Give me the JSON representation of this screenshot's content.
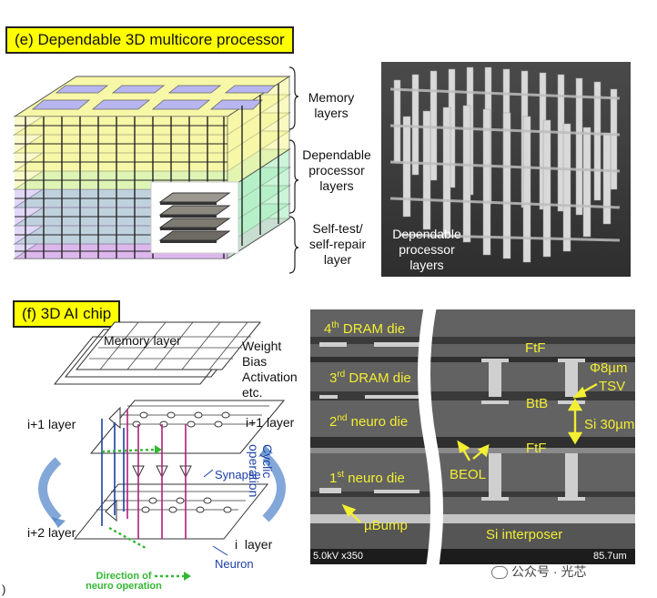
{
  "panel_e": {
    "title": "(e) Dependable 3D multicore processor",
    "labels": {
      "memory": [
        "Memory",
        "layers"
      ],
      "processor": [
        "Dependable",
        "processor",
        "layers"
      ],
      "selftest": [
        "Self-test/",
        "self-repair",
        "layer"
      ]
    },
    "photo_label": [
      "Dependable",
      "processor",
      "layers"
    ],
    "colors": {
      "memory": "#f7f7a8",
      "processor": "#b6f0c8",
      "selftest": "#f4b6e6",
      "cell": "#b8b6f0"
    }
  },
  "panel_f": {
    "title": "(f) 3D AI chip",
    "diagram": {
      "memory_layer": "Memory layer",
      "params": [
        "Weight",
        "Bias",
        "Activation",
        "etc."
      ],
      "layer_upper_left": "i+1 layer",
      "layer_upper_right": "i+1 layer",
      "layer_lower_left": "i+2 layer",
      "layer_lower_right": "i  layer",
      "synapse": "Synapse",
      "neuron": "Neuron",
      "cyclic": [
        "Cyclic",
        "operation"
      ],
      "direction": [
        "Direction of",
        "neuro operation"
      ]
    },
    "sem": {
      "dies": [
        {
          "sup": "th",
          "num": "4",
          "text": "DRAM die"
        },
        {
          "sup": "rd",
          "num": "3",
          "text": "DRAM die"
        },
        {
          "sup": "nd",
          "num": "2",
          "text": "neuro die"
        },
        {
          "sup": "st",
          "num": "1",
          "text": "neuro die"
        }
      ],
      "ubump": "µBump",
      "ftf_top": "FtF",
      "phi": "Φ8µm",
      "tsv": "TSV",
      "btb": "BtB",
      "si": "Si 30µm",
      "ftf_bottom": "FtF",
      "beol": "BEOL",
      "interposer": "Si interposer",
      "scale_left": "5.0kV x350",
      "scale_right": "85.7um"
    }
  },
  "watermark": "公众号 · 光芯",
  "corner_mark": ")"
}
